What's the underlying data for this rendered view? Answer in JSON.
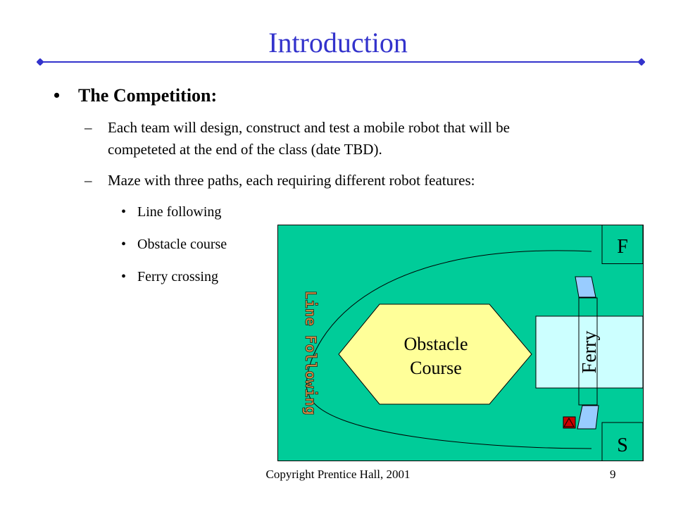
{
  "slide": {
    "title": "Introduction",
    "bullet": "The Competition:",
    "sub_items": [
      "Each team will design, construct and test a mobile robot that will be",
      "competeted at the end of the class (date TBD).",
      "Maze with three paths, each requiring different robot features:"
    ],
    "features": [
      "Line following",
      "Obstacle course",
      "Ferry crossing"
    ],
    "footer": "Copyright Prentice Hall, 2001",
    "page_number": "9"
  },
  "maze": {
    "finish_label": "F",
    "start_label": "S",
    "ferry_label": "Ferry",
    "obstacle_label_line1": "Obstacle",
    "obstacle_label_line2": "Course",
    "line_following_label": "Line Following",
    "colors": {
      "field": "#00cc99",
      "obstacle": "#ffff99",
      "ferry_area": "#ccffff",
      "ferry_boat": "#99ccff",
      "robot": "#cc0000",
      "title": "#3333cc"
    }
  }
}
